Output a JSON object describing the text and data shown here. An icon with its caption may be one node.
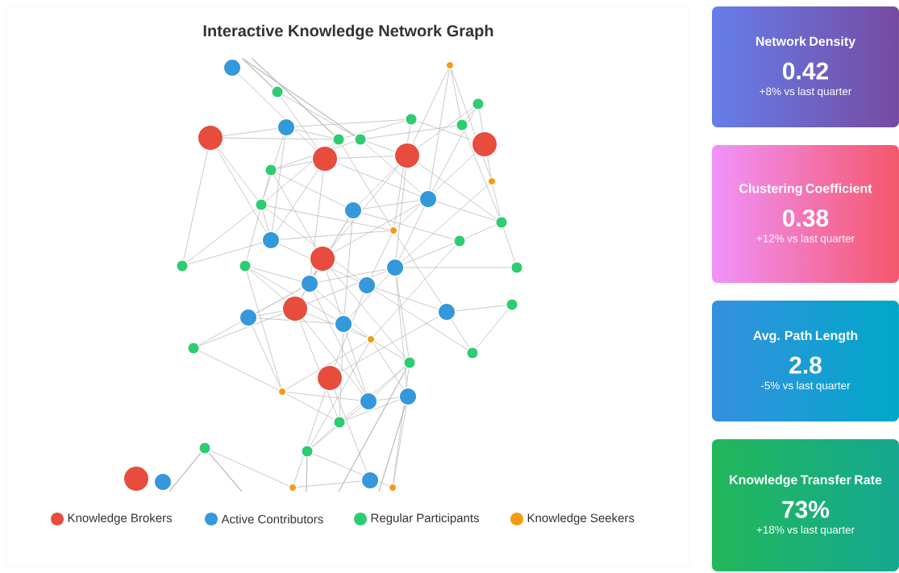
{
  "diagram": {
    "title": "Interactive Knowledge Network Graph",
    "nodes": [
      {
        "text": [
          "Network Density",
          "0.42",
          "+8% vs last quarter"
        ]
      },
      {
        "text": [
          "Clustering Coefficient",
          "0.38",
          "+12% vs last quarter"
        ]
      },
      {
        "text": [
          "Avg. Path Length",
          "2.8",
          "-5% vs last quarter"
        ]
      },
      {
        "text": [
          "Knowledge Transfer Rate",
          "73%",
          "+18% vs last quarter"
        ]
      }
    ],
    "legend": [
      {
        "text": "Knowledge Brokers",
        "color": "#e74c3c"
      },
      {
        "text": "Active Contributors",
        "color": "#3498db"
      },
      {
        "text": "Regular Participants",
        "color": "#2ecc71"
      },
      {
        "text": "Knowledge Seekers",
        "color": "#f39c12"
      }
    ]
  }
}
